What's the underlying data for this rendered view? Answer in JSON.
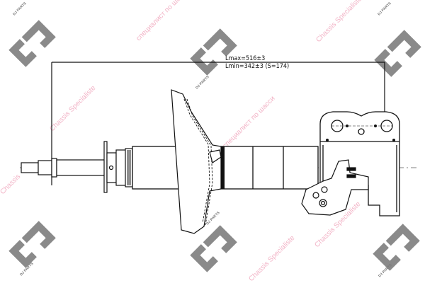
{
  "drawing": {
    "title": "Shock absorber technical drawing",
    "dimension_max": "Lmax=516±3",
    "dimension_min": "Lmin=342±3 (S=174)",
    "colors": {
      "line": "#111111",
      "logo": "#8a8a8a",
      "watermark_text": "#f2b3c6"
    }
  },
  "watermarks": {
    "logo_label": "DJ PARTS",
    "texts": [
      "Chassis Specialiste",
      "Chassis",
      "специалист по шасси",
      "Chassis Specialiste",
      "Chassis Specialiste",
      "Chassis Specialiste",
      "специалист по шасси"
    ]
  }
}
